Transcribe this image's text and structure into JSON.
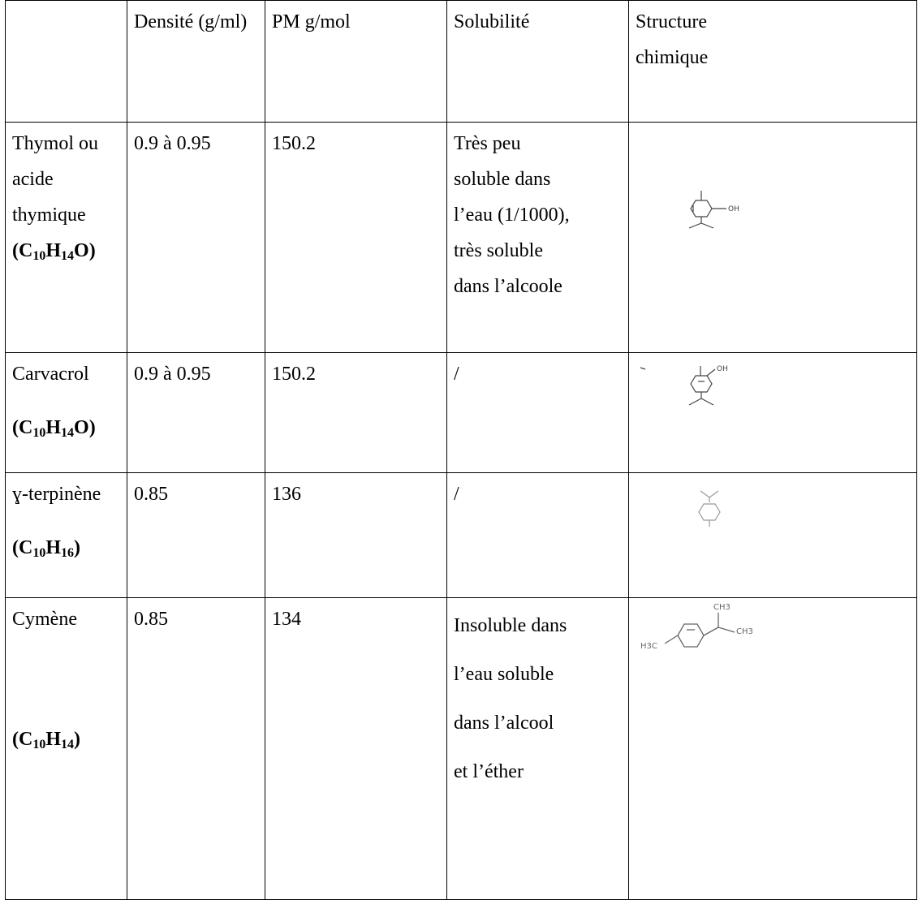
{
  "table": {
    "headers": [
      "",
      "Densité (g/ml)",
      "PM g/mol",
      "Solubilité",
      "Structure chimique"
    ],
    "header_struct_lines": [
      "Structure",
      "chimique"
    ],
    "rows": [
      {
        "name_lines": [
          "Thymol ou",
          "acide thymique"
        ],
        "formula": {
          "parts": [
            {
              "t": "C"
            },
            {
              "s": "10"
            },
            {
              "t": "H"
            },
            {
              "s": "14"
            },
            {
              "t": "O"
            }
          ]
        },
        "density": "0.9 à 0.95",
        "pm": "150.2",
        "solubility_lines": [
          "Très peu",
          "soluble  dans",
          "l’eau (1/1000),",
          "très soluble",
          "dans l’alcoole"
        ],
        "structure_icon": "thymol-structure",
        "structure_labels": [
          "OH"
        ]
      },
      {
        "name_lines": [
          "Carvacrol"
        ],
        "formula": {
          "parts": [
            {
              "t": "C"
            },
            {
              "s": "10"
            },
            {
              "t": "H"
            },
            {
              "s": "14"
            },
            {
              "t": "O"
            }
          ]
        },
        "density": "0.9 à 0.95",
        "pm": "150.2",
        "solubility_lines": [
          "/"
        ],
        "structure_icon": "carvacrol-structure",
        "structure_labels": [
          "OH"
        ]
      },
      {
        "name_lines": [
          "ɣ-terpinène"
        ],
        "formula": {
          "parts": [
            {
              "t": "C"
            },
            {
              "s": "10"
            },
            {
              "t": "H"
            },
            {
              "s": "16"
            }
          ]
        },
        "density": "0.85",
        "pm": "136",
        "solubility_lines": [
          "/"
        ],
        "structure_icon": "terpinene-structure",
        "structure_labels": []
      },
      {
        "name_lines": [
          "Cymène"
        ],
        "formula": {
          "parts": [
            {
              "t": "C"
            },
            {
              "s": "10"
            },
            {
              "t": "H"
            },
            {
              "s": "14"
            }
          ]
        },
        "density": "0.85",
        "pm": "134",
        "solubility_lines": [
          "Insoluble dans",
          "l’eau soluble",
          "dans l’alcool",
          "et l’éther"
        ],
        "structure_icon": "cymene-structure",
        "structure_labels": [
          "CH3",
          "CH3",
          "H3C"
        ]
      }
    ]
  }
}
